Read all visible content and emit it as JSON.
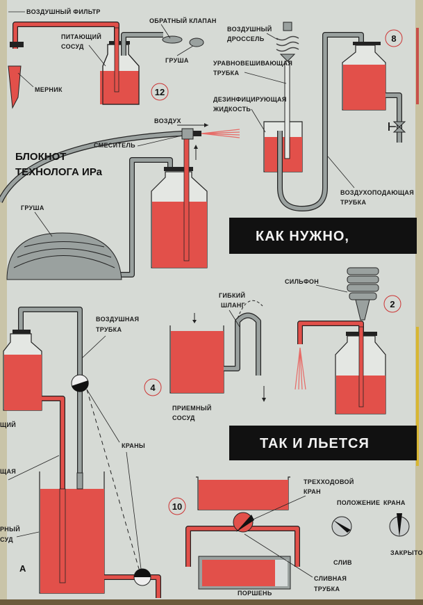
{
  "banners": {
    "how_it_should_be": "КАК НУЖНО,",
    "how_it_pours": "ТАК И ЛЬЕТСЯ"
  },
  "notebook_title": {
    "line1": "БЛОКНОТ",
    "line2": "ТЕХНОЛОГА ИРа"
  },
  "diagram_numbers": {
    "d12": "12",
    "d8": "8",
    "d2": "2",
    "d4": "4",
    "d10": "10",
    "dA": "А"
  },
  "labels": {
    "air_filter": "ВОЗДУШНЫЙ ФИЛЬТР",
    "check_valve": "ОБРАТНЫЙ КЛАПАН",
    "feed_vessel_1": "ПИТАЮЩИЙ",
    "feed_vessel_2": "СОСУД",
    "bulb_top": "ГРУША",
    "measurer": "МЕРНИК",
    "air_throttle_1": "ВОЗДУШНЫЙ",
    "air_throttle_2": "ДРОССЕЛЬ",
    "balance_tube_1": "УРАВНОВЕШИВАЮЩАЯ",
    "balance_tube_2": "ТРУБКА",
    "disinfect_1": "ДЕЗИНФИЦИРУЮЩАЯ",
    "disinfect_2": "ЖИДКОСТЬ",
    "air_feed_tube_1": "ВОЗДУХОПОДАЮЩАЯ",
    "air_feed_tube_2": "ТРУБКА",
    "air": "ВОЗДУХ",
    "mixer": "СМЕСИТЕЛЬ",
    "bulb_mid": "ГРУША",
    "bellows": "СИЛЬФОН",
    "flex_hose_1": "ГИБКИЙ",
    "flex_hose_2": "ШЛАНГ",
    "receiver_1": "ПРИЕМНЫЙ",
    "receiver_2": "СОСУД",
    "air_tube_1": "ВОЗДУШНАЯ",
    "air_tube_2": "ТРУБКА",
    "valves": "КРАНЫ",
    "cut_left_1": "ЩИЙ",
    "cut_left_2": "ЩАЯ",
    "cut_left_3": "РНЫЙ",
    "cut_left_4": "СУД",
    "three_way_1": "ТРЕХХОДОВОЙ",
    "three_way_2": "КРАН",
    "position": "ПОЛОЖЕНИЕ",
    "of_valve": "КРАНА",
    "drain": "СЛИВ",
    "closed": "ЗАКРЫТО",
    "drain_tube_1": "СЛИВНАЯ",
    "drain_tube_2": "ТРУБКА",
    "piston": "ПОРШЕНЬ"
  },
  "colors": {
    "liquid": "#e2504a",
    "tube": "#9aa19f",
    "paper": "#d6dad6",
    "banner": "#111111"
  }
}
